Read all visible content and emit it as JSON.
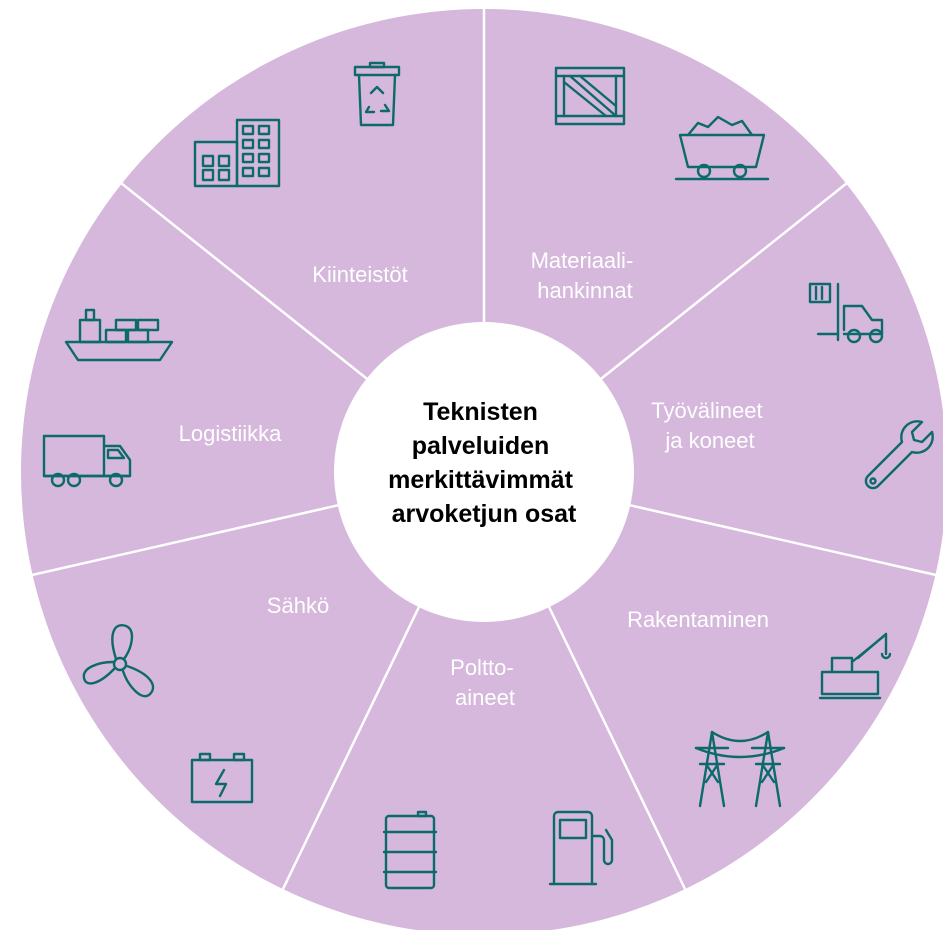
{
  "colors": {
    "segment": "#d5b8dc",
    "divider": "#ffffff",
    "center": "#ffffff",
    "icon": "#0d6a6a",
    "label": "#ffffff"
  },
  "center": {
    "lines": [
      "Teknisten",
      "palveluiden",
      "merkittävimmät",
      "arvoketjun osat"
    ]
  },
  "segments": [
    {
      "id": "materiaalihankinnat",
      "lines": [
        "Materiaali-",
        "hankinnat"
      ],
      "icons": [
        "crate-icon",
        "mine-cart-icon"
      ]
    },
    {
      "id": "tyovalineet",
      "lines": [
        "Työvälineet",
        "ja koneet"
      ],
      "icons": [
        "forklift-icon",
        "wrench-icon"
      ]
    },
    {
      "id": "rakentaminen",
      "lines": [
        "Rakentaminen"
      ],
      "icons": [
        "crane-icon",
        "power-line-icon"
      ]
    },
    {
      "id": "polttoaineet",
      "lines": [
        "Poltto-",
        "aineet"
      ],
      "icons": [
        "fuel-pump-icon",
        "oil-barrel-icon"
      ]
    },
    {
      "id": "sahko",
      "lines": [
        "Sähkö"
      ],
      "icons": [
        "battery-icon",
        "fan-icon"
      ]
    },
    {
      "id": "logistiikka",
      "lines": [
        "Logistiikka"
      ],
      "icons": [
        "truck-icon",
        "cargo-ship-icon"
      ]
    },
    {
      "id": "kiinteistot",
      "lines": [
        "Kiinteistöt"
      ],
      "icons": [
        "buildings-icon",
        "recycle-bin-icon"
      ]
    }
  ]
}
